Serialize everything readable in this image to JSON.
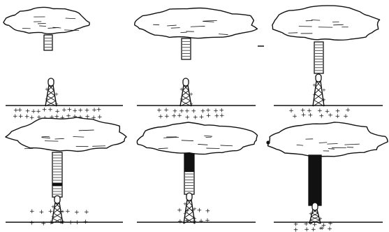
{
  "figure": {
    "panel_count": 6,
    "ink_color": "#111111",
    "background_color": "#ffffff",
    "charge_symbol": "+",
    "panels": [
      {
        "id": "panel-1",
        "leader_fill": 0.0,
        "tower_charge_fill": 0.0,
        "ground_plus_marks": 30
      },
      {
        "id": "panel-2",
        "leader_fill": 0.0,
        "tower_charge_fill": 0.0,
        "ground_plus_marks": 20
      },
      {
        "id": "panel-3",
        "leader_fill": 0.0,
        "tower_charge_fill": 0.0,
        "ground_plus_marks": 14
      },
      {
        "id": "panel-4",
        "leader_fill": 0.07,
        "tower_charge_fill": 0.0,
        "ground_plus_marks": 14
      },
      {
        "id": "panel-5",
        "leader_fill": 0.45,
        "tower_charge_fill": 0.0,
        "ground_plus_marks": 10
      },
      {
        "id": "panel-6",
        "leader_fill": 1.0,
        "tower_charge_fill": 0.0,
        "ground_plus_marks": 10
      }
    ]
  }
}
